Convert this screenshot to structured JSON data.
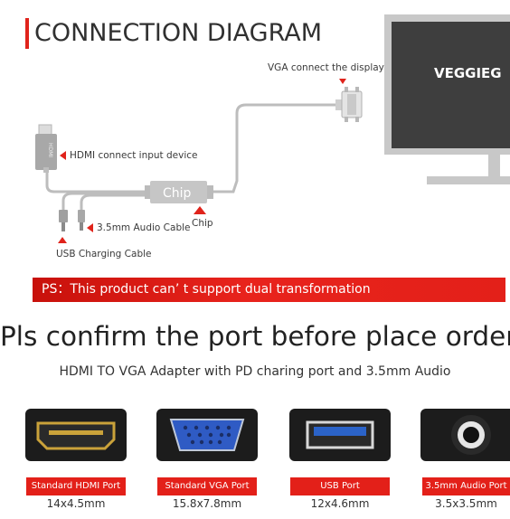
{
  "diagram": {
    "title": "CONNECTION DIAGRAM",
    "monitor_brand": "VEGGIEG",
    "labels": {
      "vga": "VGA connect the display",
      "hdmi": "HDMI connect input device",
      "audio": "3.5mm Audio Cable",
      "usb": "USB Charging Cable",
      "chip_box": "Chip",
      "chip": "Chip",
      "hdmi_plug_text": "HDMI"
    },
    "ps_note": "PS：This product can’ t support dual transformation"
  },
  "headline": "Pls confirm the port before place order",
  "subheadline": "HDMI TO VGA Adapter with PD charing port and 3.5mm Audio",
  "ports": [
    {
      "label": "Standard HDMI Port",
      "size": "14x4.5mm"
    },
    {
      "label": "Standard VGA Port",
      "size": "15.8x7.8mm"
    },
    {
      "label": "USB Port",
      "size": "12x4.6mm"
    },
    {
      "label": "3.5mm Audio Port",
      "size": "3.5x3.5mm"
    }
  ],
  "colors": {
    "accent": "#e32019",
    "port_bg": "#1c1c1c",
    "vga_blue": "#2f5bc4",
    "usb_blue": "#2b63c8",
    "hdmi_gold": "#caa23a"
  }
}
